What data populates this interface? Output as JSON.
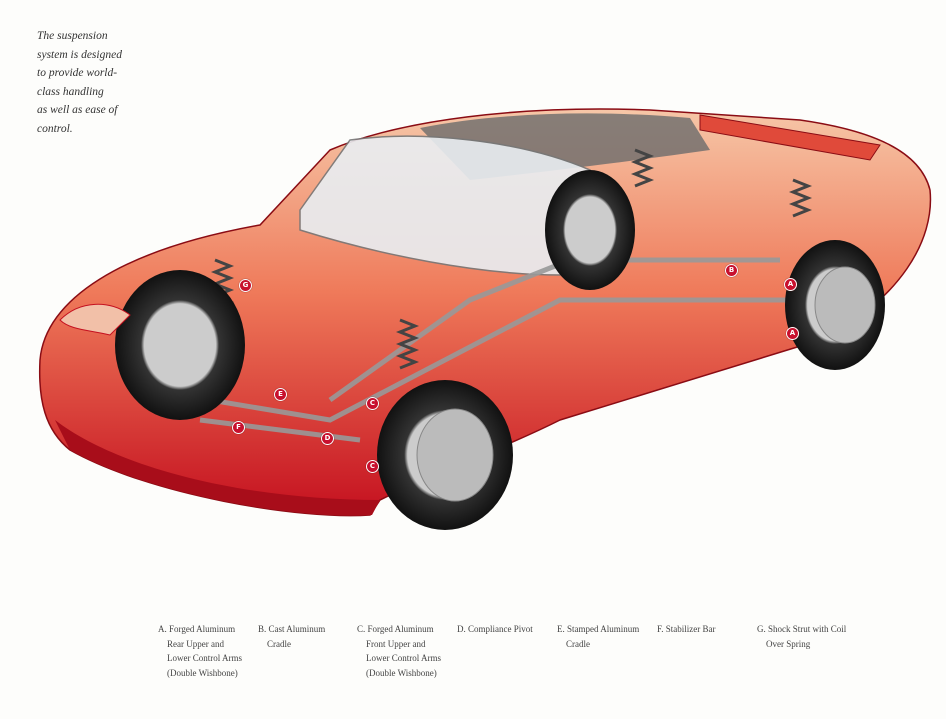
{
  "intro_lines": [
    "The suspension",
    "system is designed",
    "to provide world-",
    "class handling",
    "as well as ease of",
    "control."
  ],
  "colors": {
    "body_red": "#d8192b",
    "marker_red": "#c8102e"
  },
  "markers": {
    "g": "G",
    "e": "E",
    "f": "F",
    "d": "D",
    "c1": "C",
    "c2": "C",
    "b": "B",
    "a1": "A",
    "a2": "A"
  },
  "legend": [
    {
      "lines": [
        "A. Forged Aluminum",
        "Rear Upper and",
        "Lower Control Arms",
        "(Double Wishbone)"
      ]
    },
    {
      "lines": [
        "B. Cast Aluminum",
        "Cradle"
      ]
    },
    {
      "lines": [
        "C. Forged Aluminum",
        "Front Upper and",
        "Lower Control Arms",
        "(Double Wishbone)"
      ]
    },
    {
      "lines": [
        "D. Compliance Pivot"
      ]
    },
    {
      "lines": [
        "E. Stamped Aluminum",
        "Cradle"
      ]
    },
    {
      "lines": [
        "F. Stabilizer Bar"
      ]
    },
    {
      "lines": [
        "G. Shock Strut with Coil",
        "Over Spring"
      ]
    }
  ]
}
